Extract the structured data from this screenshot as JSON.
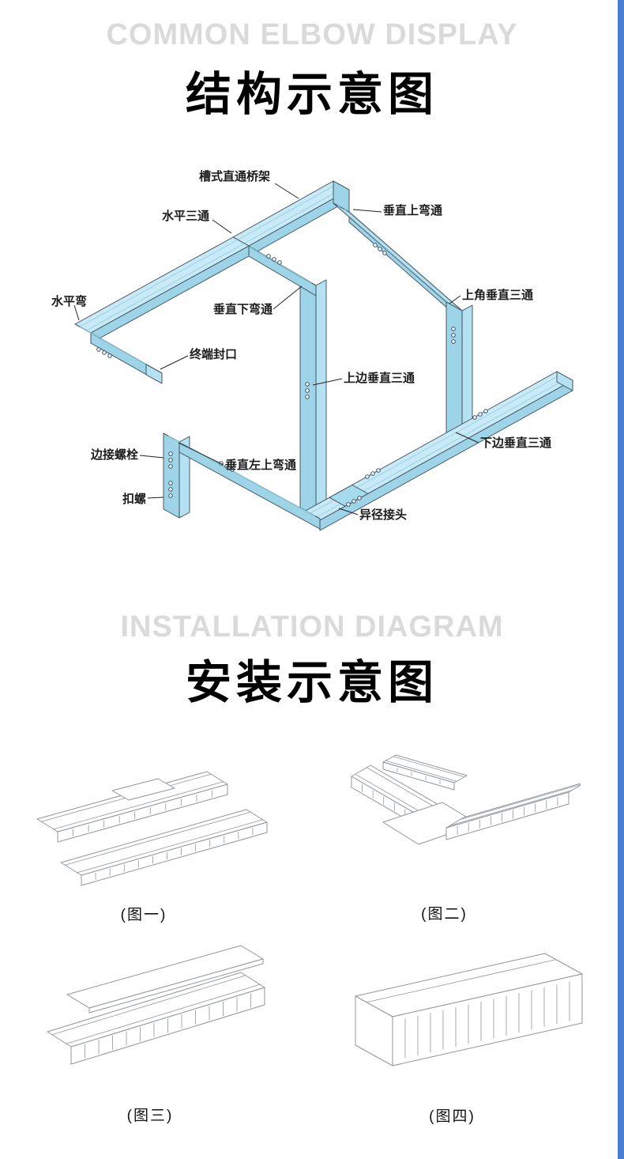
{
  "accent": {
    "right_bar_color": "#4a7ed3",
    "tray_fill_top": "#c8eaf7",
    "tray_fill_side": "#9ed4e8"
  },
  "structure_section": {
    "subtitle_en": "COMMON ELBOW DISPLAY",
    "title_cn": "结构示意图",
    "labels": [
      "槽式直通桥架",
      "水平三通",
      "垂直上弯通",
      "水平弯",
      "垂直下弯通",
      "上角垂直三通",
      "终端封口",
      "上边垂直三通",
      "边接螺栓",
      "垂直左上弯通",
      "下边垂直三通",
      "扣螺",
      "异径接头"
    ]
  },
  "install_section": {
    "subtitle_en": "INSTALLATION DIAGRAM",
    "title_cn": "安装示意图",
    "figure_captions": [
      "(图一)",
      "(图二)",
      "(图三)",
      "(图四)"
    ]
  }
}
